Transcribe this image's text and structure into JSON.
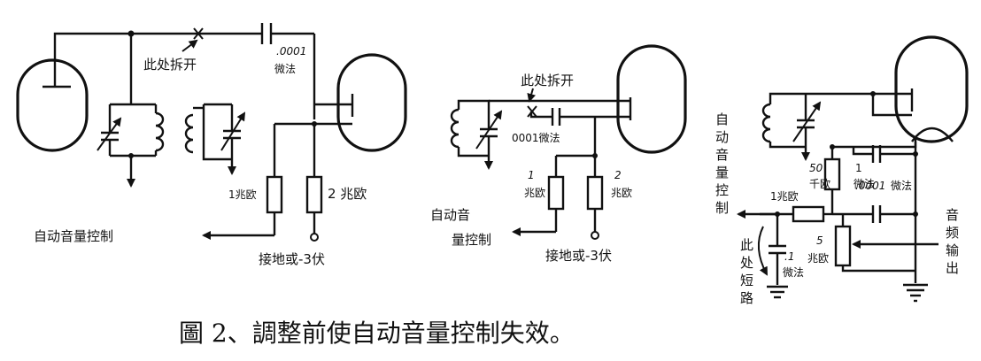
{
  "figure": {
    "caption": "圖 2、調整前使自动音量控制失效。"
  },
  "left_circuit": {
    "break_label": "此处拆开",
    "cap_value": ".0001",
    "cap_unit": "微法",
    "res1": "1兆欧",
    "res2": "2 兆欧",
    "avc_label": "自动音量控制",
    "ground_label": "接地或-3伏"
  },
  "middle_circuit": {
    "break_label": "此处拆开",
    "cap_label": "0001微法",
    "res1_num": "1",
    "res1_unit": "兆欧",
    "res2_num": "2",
    "res2_unit": "兆欧",
    "avc_line1": "自动音",
    "avc_line2": "量控制",
    "ground_label": "接地或-3伏"
  },
  "right_circuit": {
    "avc_vertical": [
      "自",
      "动",
      "音",
      "量",
      "控",
      "制"
    ],
    "res1_label": "1兆欧",
    "res2_top": "50",
    "res2_bottom": "千欧",
    "cap1_num": "1",
    "cap1_unit": "微法",
    "cap2_num": ".0001",
    "cap2_unit": "微法",
    "pot_num": "5",
    "pot_unit": "兆欧",
    "cap3_num": ".1",
    "cap3_unit": "微法",
    "short_vertical": [
      "此",
      "处",
      "短",
      "路"
    ],
    "audio_vertical": [
      "音",
      "频",
      "输",
      "出"
    ]
  }
}
